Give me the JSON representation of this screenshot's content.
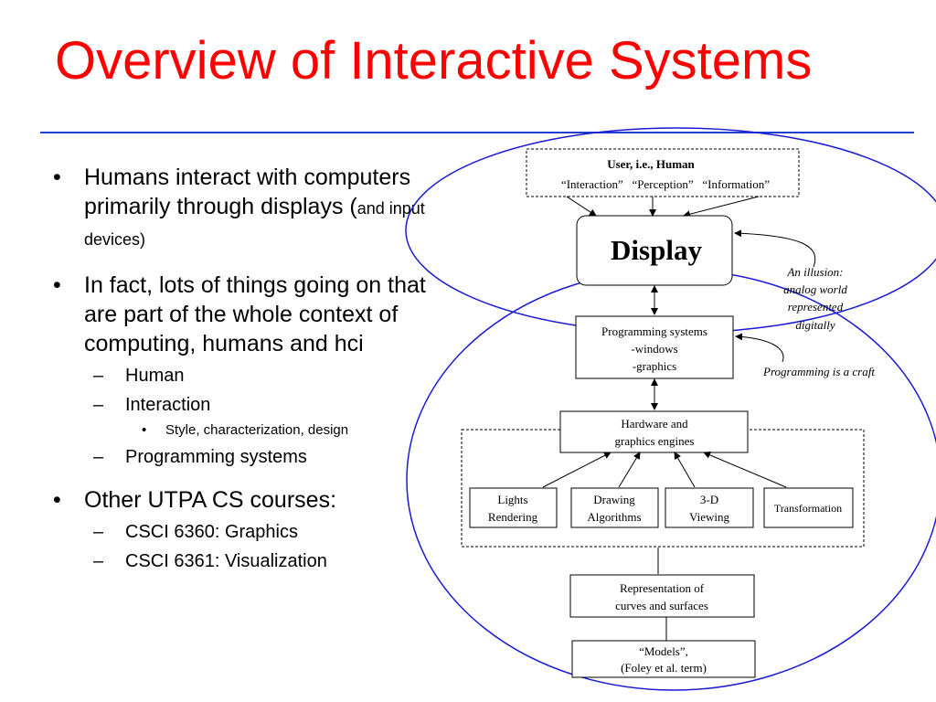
{
  "title": "Overview of Interactive Systems",
  "bullets": [
    {
      "text": "Humans interact with computers primarily through displays (",
      "small": "and input devices)"
    },
    {
      "text": "In fact, lots of things going on that are part of the whole context of computing, humans and hci"
    },
    {
      "text": "Other UTPA CS courses:"
    }
  ],
  "sub_bullets": {
    "hci": [
      "Human",
      "Interaction",
      "Programming systems"
    ],
    "interaction_detail": "Style, characterization, design",
    "courses": [
      "CSCI 6360: Graphics",
      "CSCI 6361: Visualization"
    ]
  },
  "diagram": {
    "user_title": "User, i.e., Human",
    "user_aspects": "“Interaction”   “Perception”   “Information”",
    "display": "Display",
    "illusion": [
      "An illusion:",
      "analog world",
      "represented",
      "digitally"
    ],
    "prog_systems": [
      "Programming systems",
      "-windows",
      "-graphics"
    ],
    "prog_craft": "Programming is a craft",
    "hardware": [
      "Hardware and",
      "graphics engines"
    ],
    "lights": [
      "Lights",
      "Rendering"
    ],
    "drawing": [
      "Drawing",
      "Algorithms"
    ],
    "viewing": [
      "3-D",
      "Viewing"
    ],
    "transformation": "Transformation",
    "representation": [
      "Representation of",
      "curves and surfaces"
    ],
    "models": [
      "“Models”,",
      "(Foley et al. term)"
    ]
  },
  "colors": {
    "title": "#ff0000",
    "rule": "#1f3fd0",
    "ellipse": "#1a1ad6"
  }
}
